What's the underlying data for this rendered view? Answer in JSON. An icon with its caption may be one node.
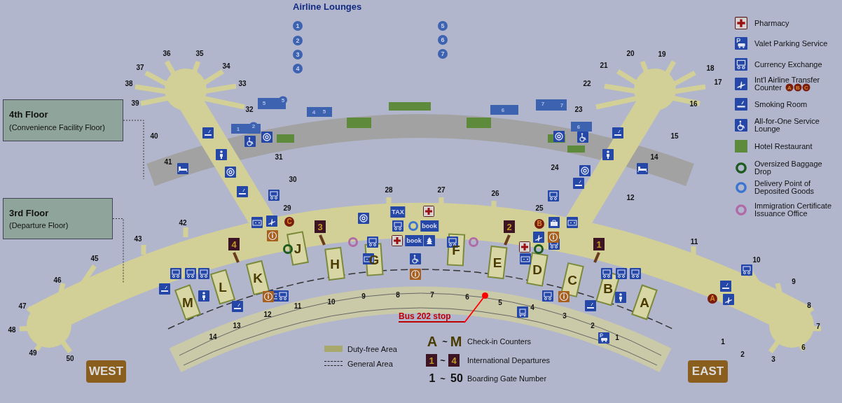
{
  "diagram": {
    "nodes": [
      {
        "text": [
          "4th Floor",
          "(Convenience Facility Floor)"
        ]
      },
      {
        "text": [
          "3rd Floor",
          "(Departure Floor)"
        ]
      },
      {
        "text": [
          "Bus 202 stop"
        ]
      },
      {
        "text": [],
        "shape": "circle"
      },
      {
        "text": [
          "WEST"
        ]
      },
      {
        "text": [
          "EAST"
        ]
      }
    ],
    "edges": [
      {
        "from": 0,
        "to": null,
        "arrow": "none",
        "style": "dashed"
      },
      {
        "from": 1,
        "to": null,
        "arrow": "none",
        "style": "dashed"
      },
      {
        "from": 2,
        "to": 3,
        "arrow": "none",
        "color": "#ff0000"
      }
    ],
    "labels": [
      "Airline Lounges",
      "1",
      "2",
      "3",
      "4",
      "5",
      "6",
      "7",
      "5",
      "5",
      "7",
      "7",
      "4",
      "5",
      "6",
      "1",
      "2",
      "6",
      "36",
      "35",
      "37",
      "34",
      "38",
      "33",
      "39",
      "32",
      "40",
      "31",
      "41",
      "30",
      "29",
      "42",
      "43",
      "45",
      "46",
      "47",
      "48",
      "49",
      "50",
      "14",
      "13",
      "12",
      "11",
      "10",
      "9",
      "8",
      "7",
      "6",
      "5",
      "4",
      "3",
      "2",
      "1",
      "28",
      "27",
      "26",
      "25",
      "24",
      "12",
      "23",
      "14",
      "15",
      "22",
      "16",
      "21",
      "17",
      "20",
      "19",
      "18",
      "11",
      "10",
      "9",
      "8",
      "7",
      "6",
      "1",
      "2",
      "3",
      "M",
      "L",
      "K",
      "J",
      "H",
      "G",
      "F",
      "E",
      "D",
      "C",
      "B",
      "A",
      "4",
      "3",
      "2",
      "1",
      "C",
      "B",
      "A",
      "TAX",
      "book",
      "book",
      "A",
      "~",
      "M",
      "Check-in Counters",
      "1",
      "~",
      "4",
      "International Departures",
      "1",
      "~",
      "50",
      "Boarding Gate Number",
      "A",
      "B",
      "C"
    ],
    "legend": [
      {
        "text": "Pharmacy"
      },
      {
        "text": "Valet Parking Service"
      },
      {
        "text": "Currency Exchange"
      },
      {
        "text": "Int'l Airline Transfer Counter"
      },
      {
        "text": "Smoking Room"
      },
      {
        "text": "All-for-One Service Lounge"
      },
      {
        "text": "Hotel Restaurant",
        "color": "#5e8a3c"
      },
      {
        "text": "Oversized Baggage Drop"
      },
      {
        "text": "Delivery Point of Deposited Goods"
      },
      {
        "text": "Immigration Certificate Issuance Office"
      },
      {
        "text": "Duty-free Area",
        "color": "#a8a86c"
      },
      {
        "text": "General Area"
      }
    ]
  }
}
